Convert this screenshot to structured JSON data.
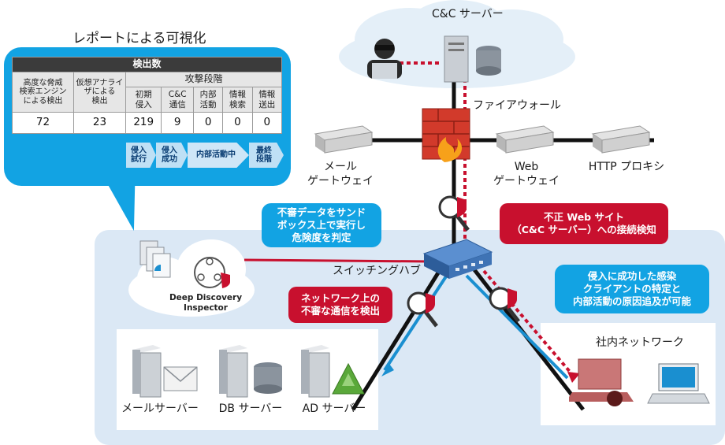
{
  "report": {
    "title": "レポートによる可視化",
    "header": "検出数",
    "col_sandbox": "高度な脅威\n検索エンジン\nによる検出",
    "col_virtual": "仮想アナライ\nザによる\n検出",
    "col_stage_group": "攻撃段階",
    "stage_cols": [
      "初期\n侵入",
      "C&C\n通信",
      "内部\n活動",
      "情報\n検索",
      "情報\n送出"
    ],
    "values": [
      "72",
      "23",
      "219",
      "9",
      "0",
      "0",
      "0"
    ],
    "stages": [
      "侵入\n試行",
      "侵入\n成功",
      "内部活動中",
      "最終\n段階"
    ]
  },
  "nodes": {
    "cc_server": "C&C サーバー",
    "firewall": "ファイアウォール",
    "mail_gateway": "メール\nゲートウェイ",
    "web_gateway": "Web\nゲートウェイ",
    "http_proxy": "HTTP プロキシ",
    "switching_hub": "スイッチングハブ",
    "internal_network": "社内ネットワーク",
    "mail_server": "メールサーバー",
    "db_server": "DB サーバー",
    "ad_server": "AD サーバー",
    "product": "Deep Discovery\nInspector"
  },
  "callouts": {
    "sandbox": "不審データをサンド\nボックス上で実行し\n危険度を判定",
    "cc_detect": "不正 Web サイト\n（C&C サーバー）への接続検知",
    "network_detect": "ネットワーク上の\n不審な通信を検出",
    "trace": "侵入に成功した感染\nクライアントの特定と\n内部活動の原因追及が可能"
  },
  "colors": {
    "accent_blue": "#12a3e3",
    "alert_red": "#c8102e",
    "zone_blue": "#dbe8f5"
  }
}
